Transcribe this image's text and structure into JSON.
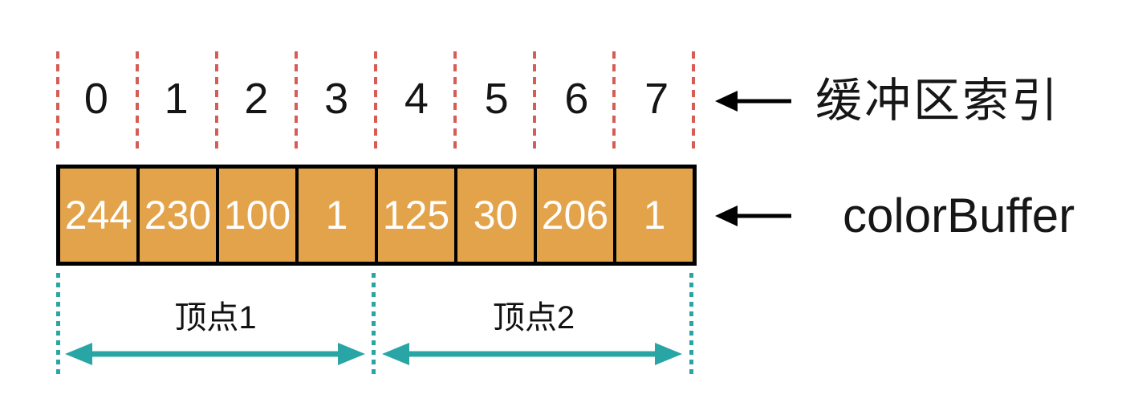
{
  "diagram": {
    "index_row": {
      "values": [
        "0",
        "1",
        "2",
        "3",
        "4",
        "5",
        "6",
        "7"
      ],
      "label": "缓冲区索引"
    },
    "buffer": {
      "label": "colorBuffer",
      "cells": [
        "244",
        "230",
        "100",
        "1",
        "125",
        "30",
        "206",
        "1"
      ]
    },
    "vertex_spans": [
      {
        "label": "顶点1"
      },
      {
        "label": "顶点2"
      }
    ],
    "colors": {
      "cell_fill": "#e3a34a",
      "cell_text": "#ffffff",
      "index_divider_red": "#d65c55",
      "vertex_accent_teal": "#2aa5a5",
      "ink": "#000000"
    }
  }
}
